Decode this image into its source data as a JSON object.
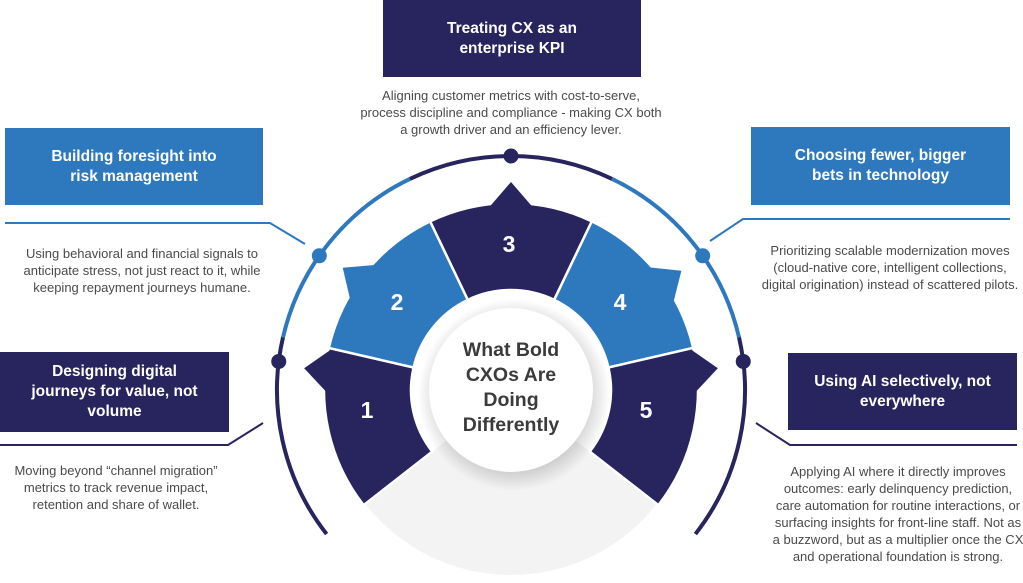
{
  "title": "What Bold CXOs Are Doing Differently",
  "colors": {
    "dark": "#28245e",
    "light": "#2e79be",
    "base_gray": "#f3f3f3",
    "text": "#4a4a4a"
  },
  "items": [
    {
      "number": "1",
      "heading": "Designing digital journeys for value, not volume",
      "description": "Moving beyond “channel migration” metrics to track revenue impact, retention and share of wallet.",
      "tone": "dark"
    },
    {
      "number": "2",
      "heading": "Building foresight into risk management",
      "description": "Using behavioral and financial signals to anticipate stress, not just react to it, while keeping repayment journeys humane.",
      "tone": "light"
    },
    {
      "number": "3",
      "heading": "Treating CX as an enterprise KPI",
      "description": "Aligning customer metrics with cost-to-serve, process discipline and compliance - making CX both a growth driver and an efficiency lever.",
      "tone": "dark"
    },
    {
      "number": "4",
      "heading": "Choosing fewer, bigger bets in technology",
      "description": "Prioritizing scalable modernization moves (cloud-native core, intelligent collections, digital origination) instead of scattered pilots.",
      "tone": "light"
    },
    {
      "number": "5",
      "heading": "Using AI selectively, not everywhere",
      "description": "Applying AI where it directly improves outcomes: early delinquency prediction, care automation for routine interactions, or surfacing insights for front-line staff. Not as a buzzword, but as a multiplier once the CX and operational foundation is strong.",
      "tone": "dark"
    }
  ]
}
